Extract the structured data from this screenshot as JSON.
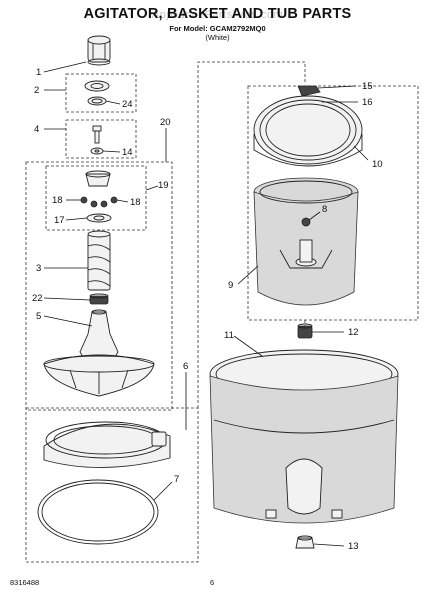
{
  "title": "AGITATOR, BASKET AND TUB PARTS",
  "watermark": "AppliancePartsPros.com",
  "model_line": "For Model: GCAM2792MQ0",
  "color_line": "(White)",
  "footer": {
    "doc_number": "8316488",
    "page_number": "6"
  },
  "callouts": [
    "1",
    "2",
    "24",
    "4",
    "14",
    "20",
    "19",
    "18",
    "18",
    "17",
    "3",
    "22",
    "5",
    "6",
    "7",
    "15",
    "16",
    "10",
    "8",
    "9",
    "11",
    "12",
    "13"
  ]
}
